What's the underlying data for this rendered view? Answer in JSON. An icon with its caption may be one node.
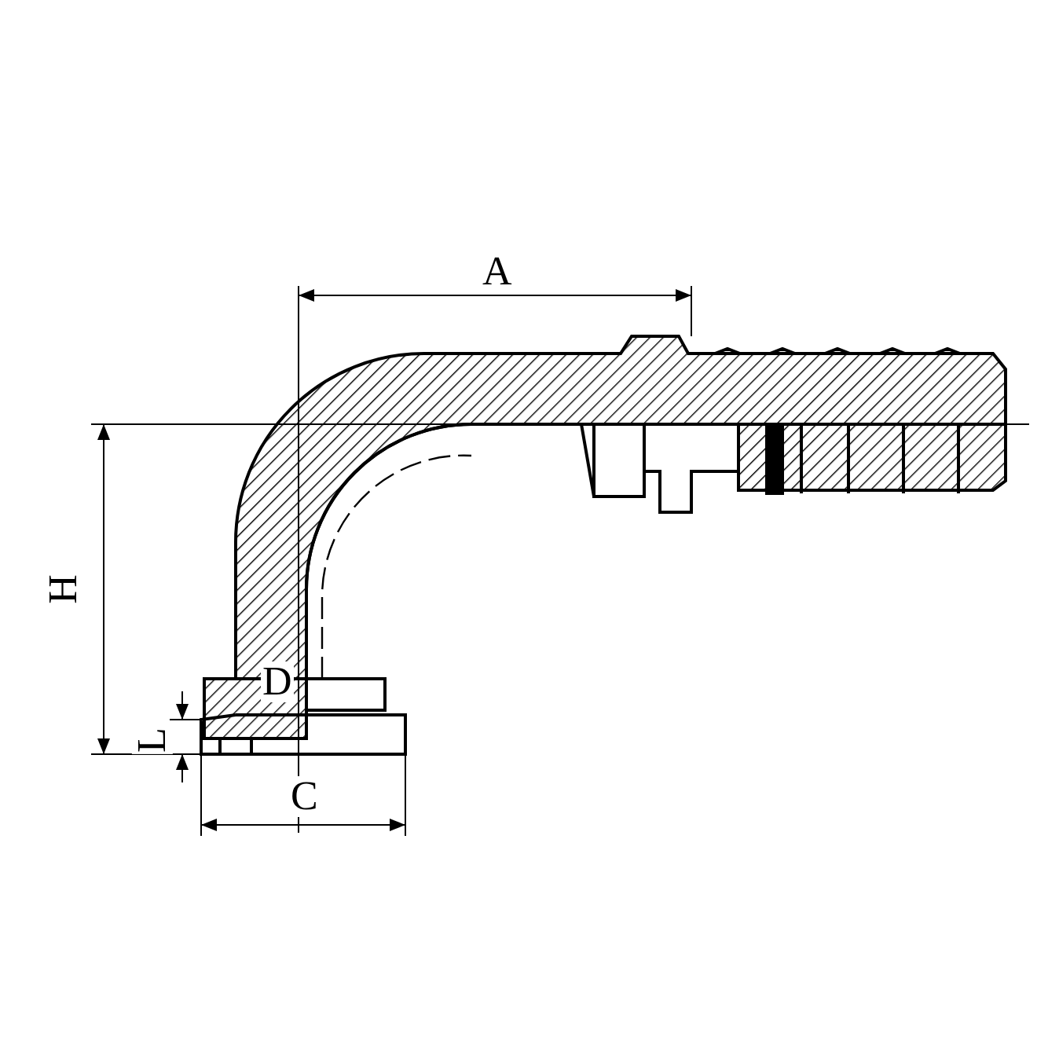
{
  "diagram": {
    "labels": [
      "A",
      "H",
      "D",
      "L",
      "C"
    ]
  }
}
